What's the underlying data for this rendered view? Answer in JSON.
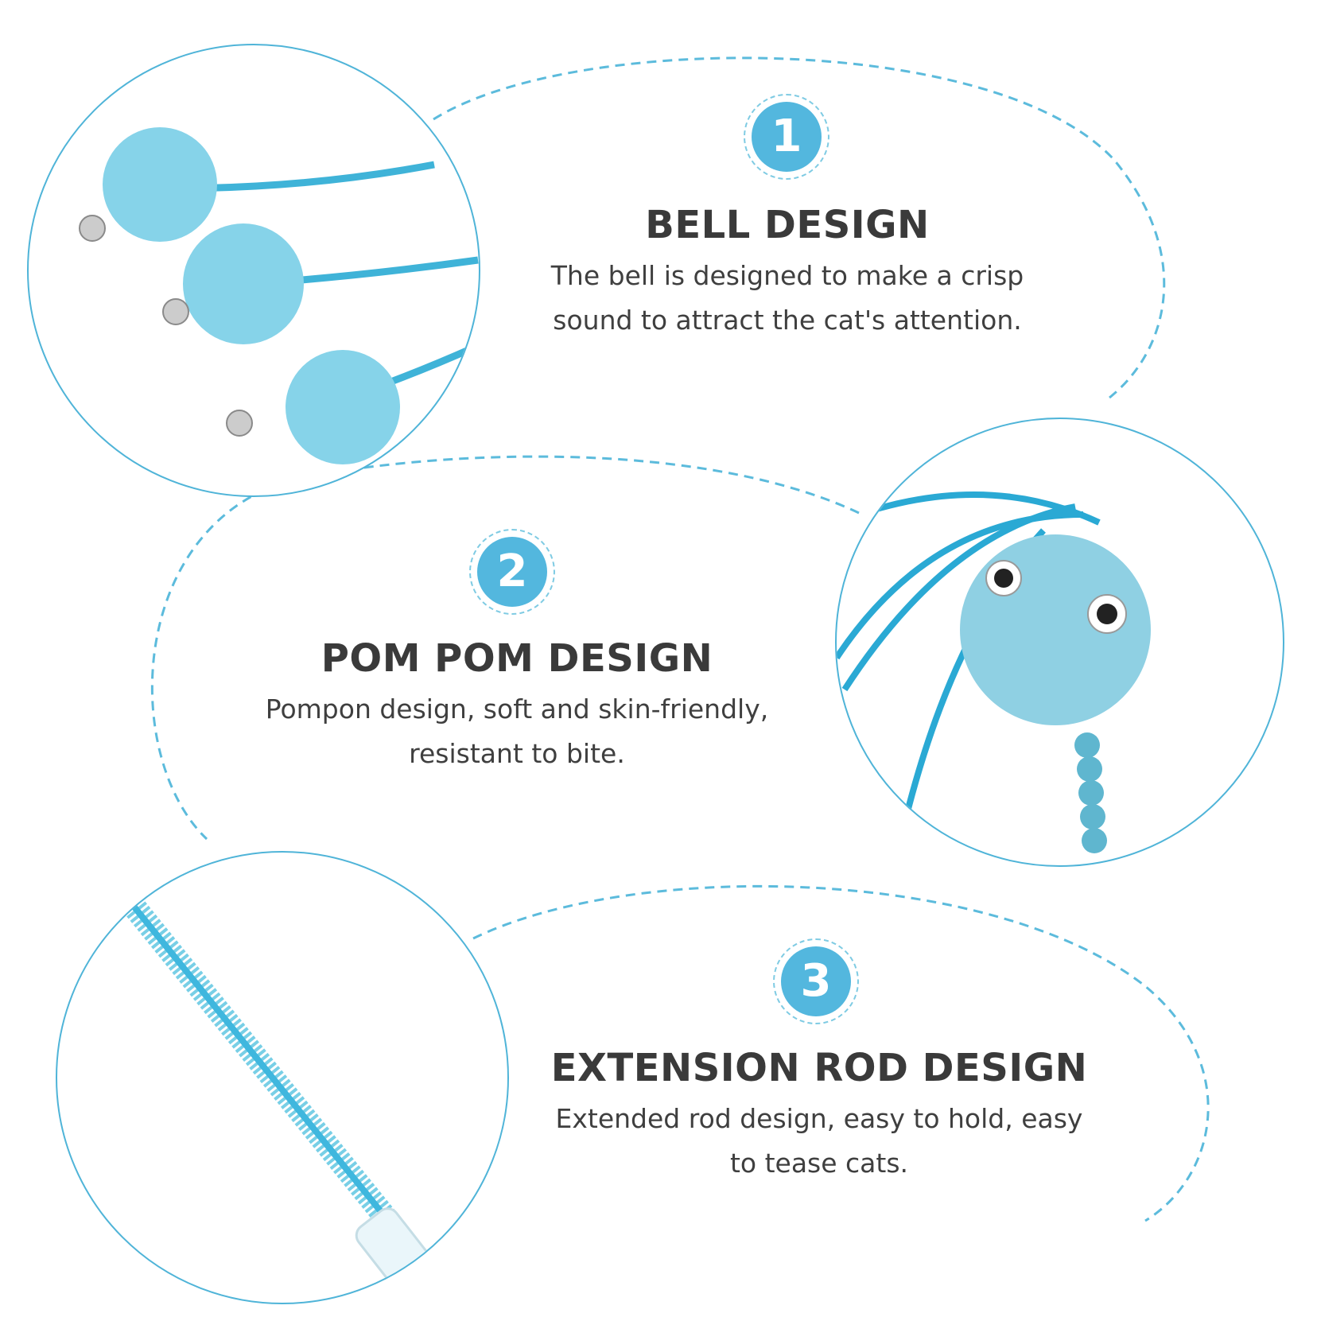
{
  "accent_color": "#4fb4d8",
  "badge_color": "#53b7de",
  "features": [
    {
      "number": "1",
      "title": "BELL DESIGN",
      "description": "The bell is designed to make a crisp\nsound to attract the cat's attention.",
      "image_icon": "blue-pompom-balls-with-bells"
    },
    {
      "number": "2",
      "title": "POM POM DESIGN",
      "description": "Pompon design, soft and skin-friendly,\nresistant to bite.",
      "image_icon": "blue-pompom-with-eyes"
    },
    {
      "number": "3",
      "title": "EXTENSION ROD DESIGN",
      "description": "Extended rod design, easy to hold, easy\nto tease cats.",
      "image_icon": "blue-extension-rod"
    }
  ]
}
